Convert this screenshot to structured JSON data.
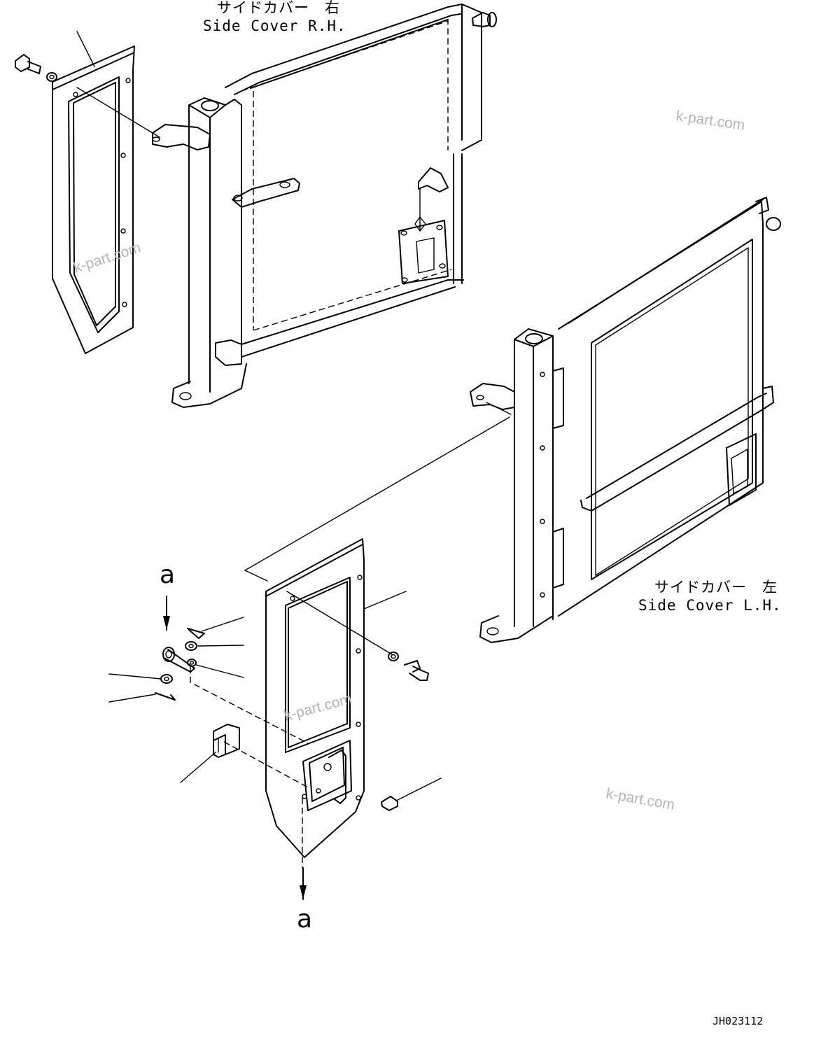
{
  "labels": {
    "right_cover_jp": "サイドカバー　右",
    "right_cover_en": "Side Cover R.H.",
    "left_cover_jp": "サイドカバー　左",
    "left_cover_en": "Side Cover L.H.",
    "view_a_top": "a",
    "view_a_bottom": "a"
  },
  "watermarks": [
    "k-part.com",
    "k-part.com",
    "k-part.com",
    "k-part.com"
  ],
  "drawing_code": "JH023112"
}
